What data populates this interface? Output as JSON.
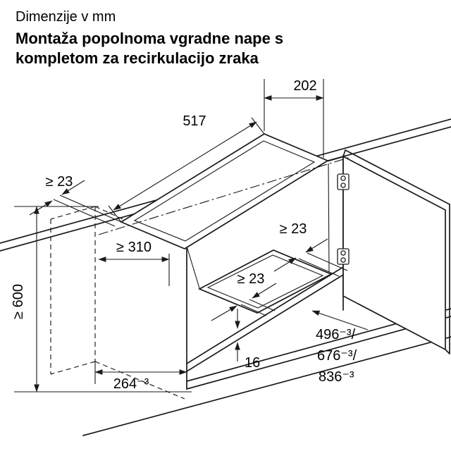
{
  "title": {
    "line1": "Dimenzije v mm",
    "line2": "Montaža popolnoma vgradne nape s",
    "line3": "kompletom za recirkulacijo zraka"
  },
  "dimensions": {
    "cutout_depth": "202",
    "cutout_width": "517",
    "clearance_left": "≥ 23",
    "clearance_right": "≥ 23",
    "clearance_front": "≥ 23",
    "niche_depth": "≥ 310",
    "niche_height": "≥ 600",
    "shelf_thickness": "16",
    "inner_width": "264⁻³",
    "cabinet_widths": [
      "496⁻³/",
      "676⁻³/",
      "836⁻³"
    ]
  },
  "colors": {
    "line": "#1a1a1a",
    "background": "#ffffff"
  }
}
